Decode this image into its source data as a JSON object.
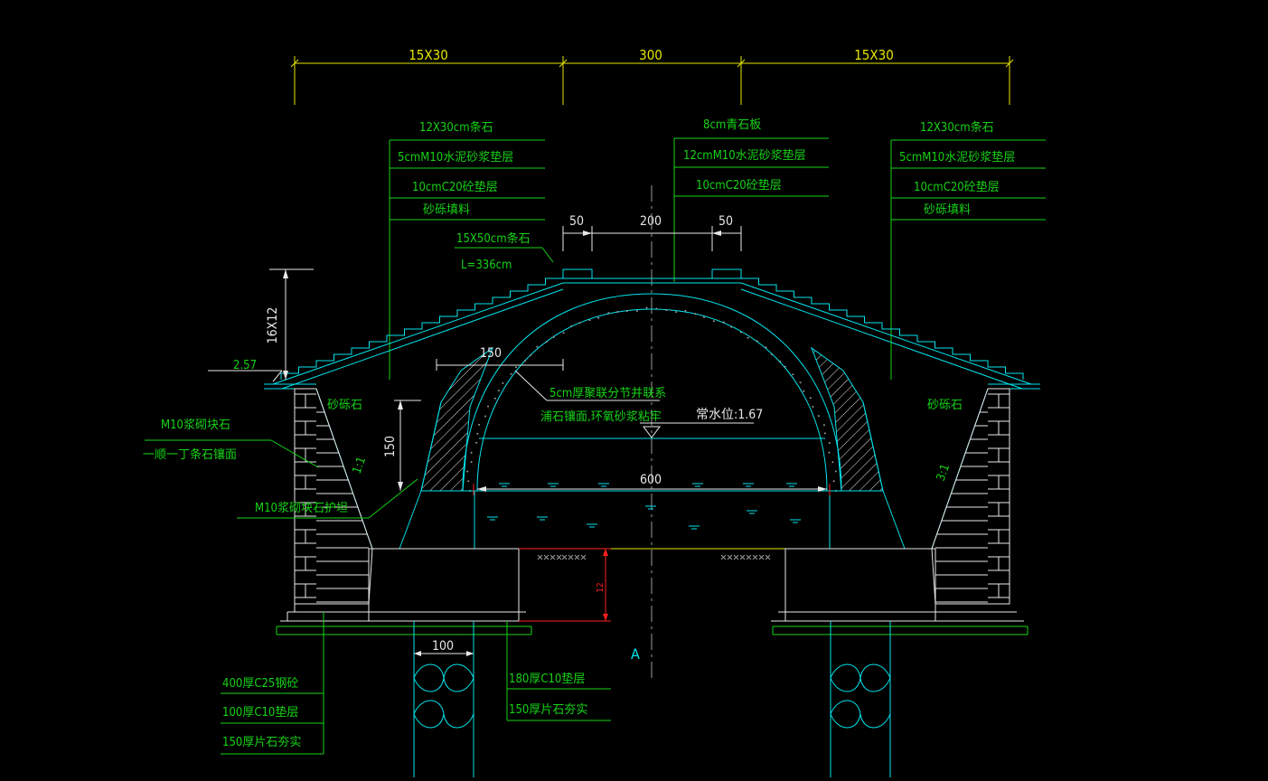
{
  "dimensions": {
    "left_span": "15X30",
    "middle_span": "300",
    "right_span": "15X30",
    "top_left_50": "50",
    "top_200": "200",
    "top_right_50": "50",
    "arch_offset": "150",
    "height_16x12": "16X12",
    "wall_height_150": "150",
    "opening_600": "600",
    "footing_12": "12",
    "pile_100": "100"
  },
  "labels": {
    "left_layers": [
      "12X30cm条石",
      "5cmM10水泥砂浆垫层",
      "10cmC20砼垫层",
      "砂砾填料"
    ],
    "mid_layers": [
      "8cm青石板",
      "12cmM10水泥砂浆垫层",
      "10cmC20砼垫层"
    ],
    "right_layers": [
      "12X30cm条石",
      "5cmM10水泥砂浆垫层",
      "10cmC20砼垫层",
      "砂砾填料"
    ],
    "cap_stone": "15X50cm条石",
    "cap_length": "L=336cm",
    "elevation_257": "2.57",
    "joint_note": "5cm厚聚联分节并联系",
    "face_note": "浦石镶面,环氧砂浆粘牢",
    "water_level": "常水位:1.67",
    "gravel_left": "砂砾石",
    "gravel_right": "砂砾石",
    "slope_left": "1:1",
    "slope_right": "3:1",
    "masonry_1": "M10浆砌块石",
    "masonry_2": "一顺一丁条石镶面",
    "masonry_3": "M10浆砌块石护坦",
    "footing_layers_left": [
      "400厚C25钢砼",
      "100厚C10垫层",
      "150厚片石夯实"
    ],
    "footing_layers_mid": [
      "180厚C10垫层",
      "150厚片石夯实"
    ],
    "section_mark": "A"
  },
  "colors": {
    "background": "#000000",
    "structure": "#00e5ee",
    "leader": "#16d316",
    "dimension": "#e6e600",
    "masonry": "#e8e8e8",
    "red": "#ff2020"
  }
}
